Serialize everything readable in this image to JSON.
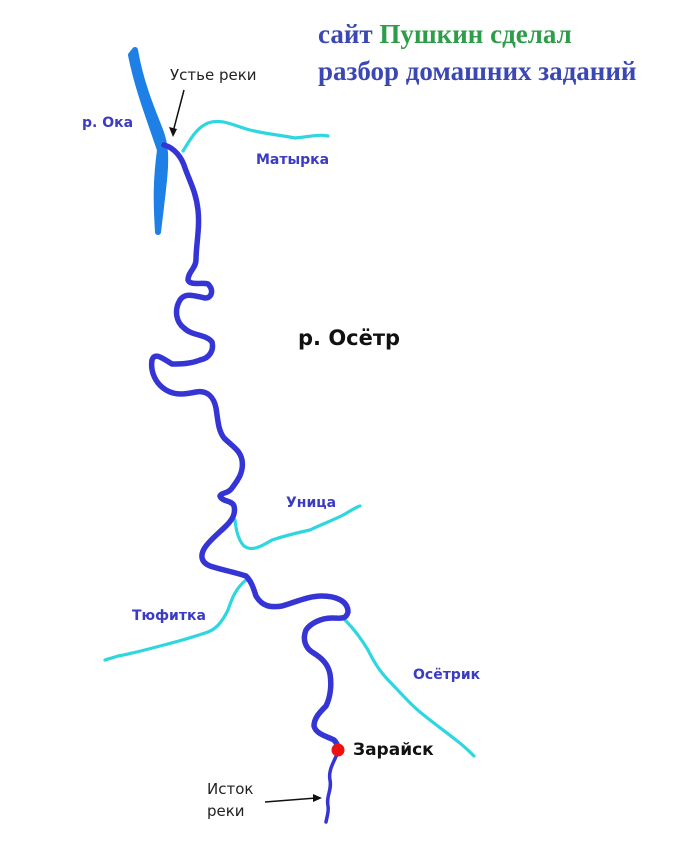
{
  "watermark": {
    "line1_part1": "сайт",
    "line1_part2": "Пушкин сделал",
    "line2": "разбор домашних заданий",
    "colors": {
      "blue": "#3b47b3",
      "green": "#2e9d4a"
    }
  },
  "map": {
    "main_river": {
      "label": "р. Осётр",
      "color": "#3535d6"
    },
    "oka": {
      "label": "р. Ока",
      "color": "#1e7fe6"
    },
    "tributaries": [
      {
        "label": "Матырка",
        "color": "#2ed6e0"
      },
      {
        "label": "Уница",
        "color": "#2ed6e0"
      },
      {
        "label": "Тюфитка",
        "color": "#2ed6e0"
      },
      {
        "label": "Осётрик",
        "color": "#2ed6e0"
      }
    ],
    "city": {
      "label": "Зарайск",
      "color": "#ee1111"
    },
    "annotations": {
      "mouth": "Устье реки",
      "source_line1": "Исток",
      "source_line2": "реки"
    }
  }
}
